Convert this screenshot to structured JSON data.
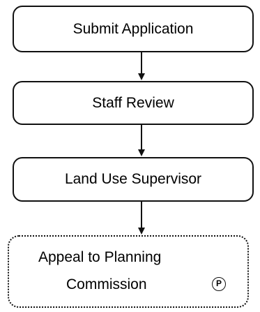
{
  "flowchart": {
    "steps": [
      {
        "label": "Submit Application"
      },
      {
        "label": "Staff Review"
      },
      {
        "label": "Land Use Supervisor"
      }
    ],
    "appeal": {
      "line1": "Appeal to Planning",
      "line2": "Commission",
      "badge": "P"
    }
  },
  "colors": {
    "stroke": "#111111",
    "background": "#ffffff"
  }
}
